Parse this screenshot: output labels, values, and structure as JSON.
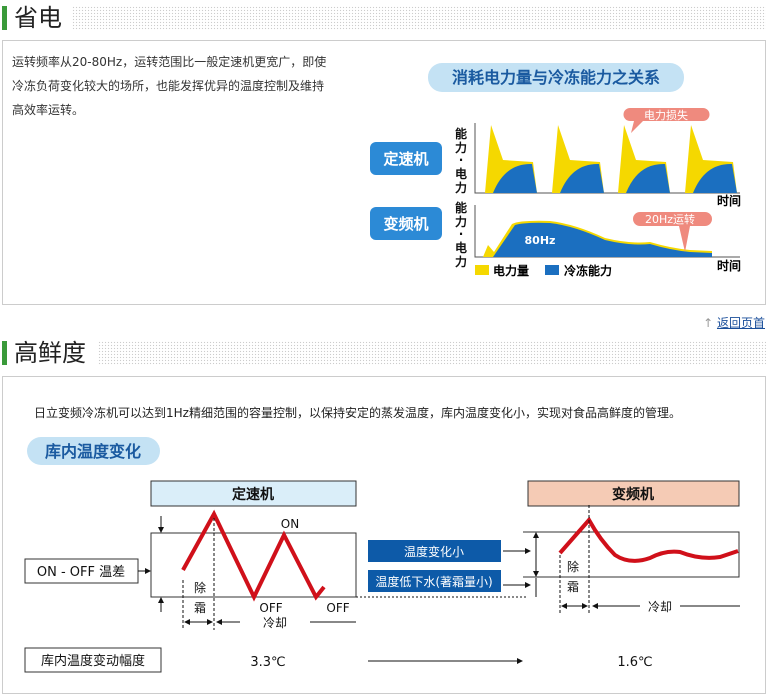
{
  "section1": {
    "title": "省电",
    "text": [
      "运转频率从20-80Hz，运转范围比一般定速机更宽广，即使",
      "冷冻负荷变化较大的场所，也能发挥优异的温度控制及维持",
      "高效率运转。"
    ],
    "diagram": {
      "title": "消耗电力量与冷冻能力之关系",
      "fixed_label": "定速机",
      "inverter_label": "变频机",
      "ylabel": [
        "能",
        "力",
        "·",
        "电",
        "力"
      ],
      "xlabel": "时间",
      "loss_callout": "电力损失",
      "hz80": "80Hz",
      "hz20_callout": "20Hz运转",
      "legend": [
        {
          "label": "电力量",
          "color": "#f5d800"
        },
        {
          "label": "冷冻能力",
          "color": "#1b6fc0"
        }
      ]
    }
  },
  "back_to_top": "返回页首",
  "section2": {
    "title": "高鲜度",
    "text": "日立变频冷冻机可以达到1Hz精细范围的容量控制，以保持安定的蒸发温度，库内温度变化小，实现对食品高鲜度的管理。",
    "subtitle": "库内温度变化",
    "diagram": {
      "fixed_label": "定速机",
      "inverter_label": "变频机",
      "onoff_label": "ON - OFF 温差",
      "on": "ON",
      "off": "OFF",
      "defrost": [
        "除",
        "霜"
      ],
      "cooling": "冷却",
      "note1": "温度变化小",
      "note2": "温度低下水(著霜量小)",
      "range_label": "库内温度变动幅度",
      "fixed_value": "3.3℃",
      "inverter_value": "1.6℃"
    }
  },
  "colors": {
    "accent": "#3a9a3a",
    "curve": "#d0101a",
    "note_bg": "#0d5aa8"
  }
}
